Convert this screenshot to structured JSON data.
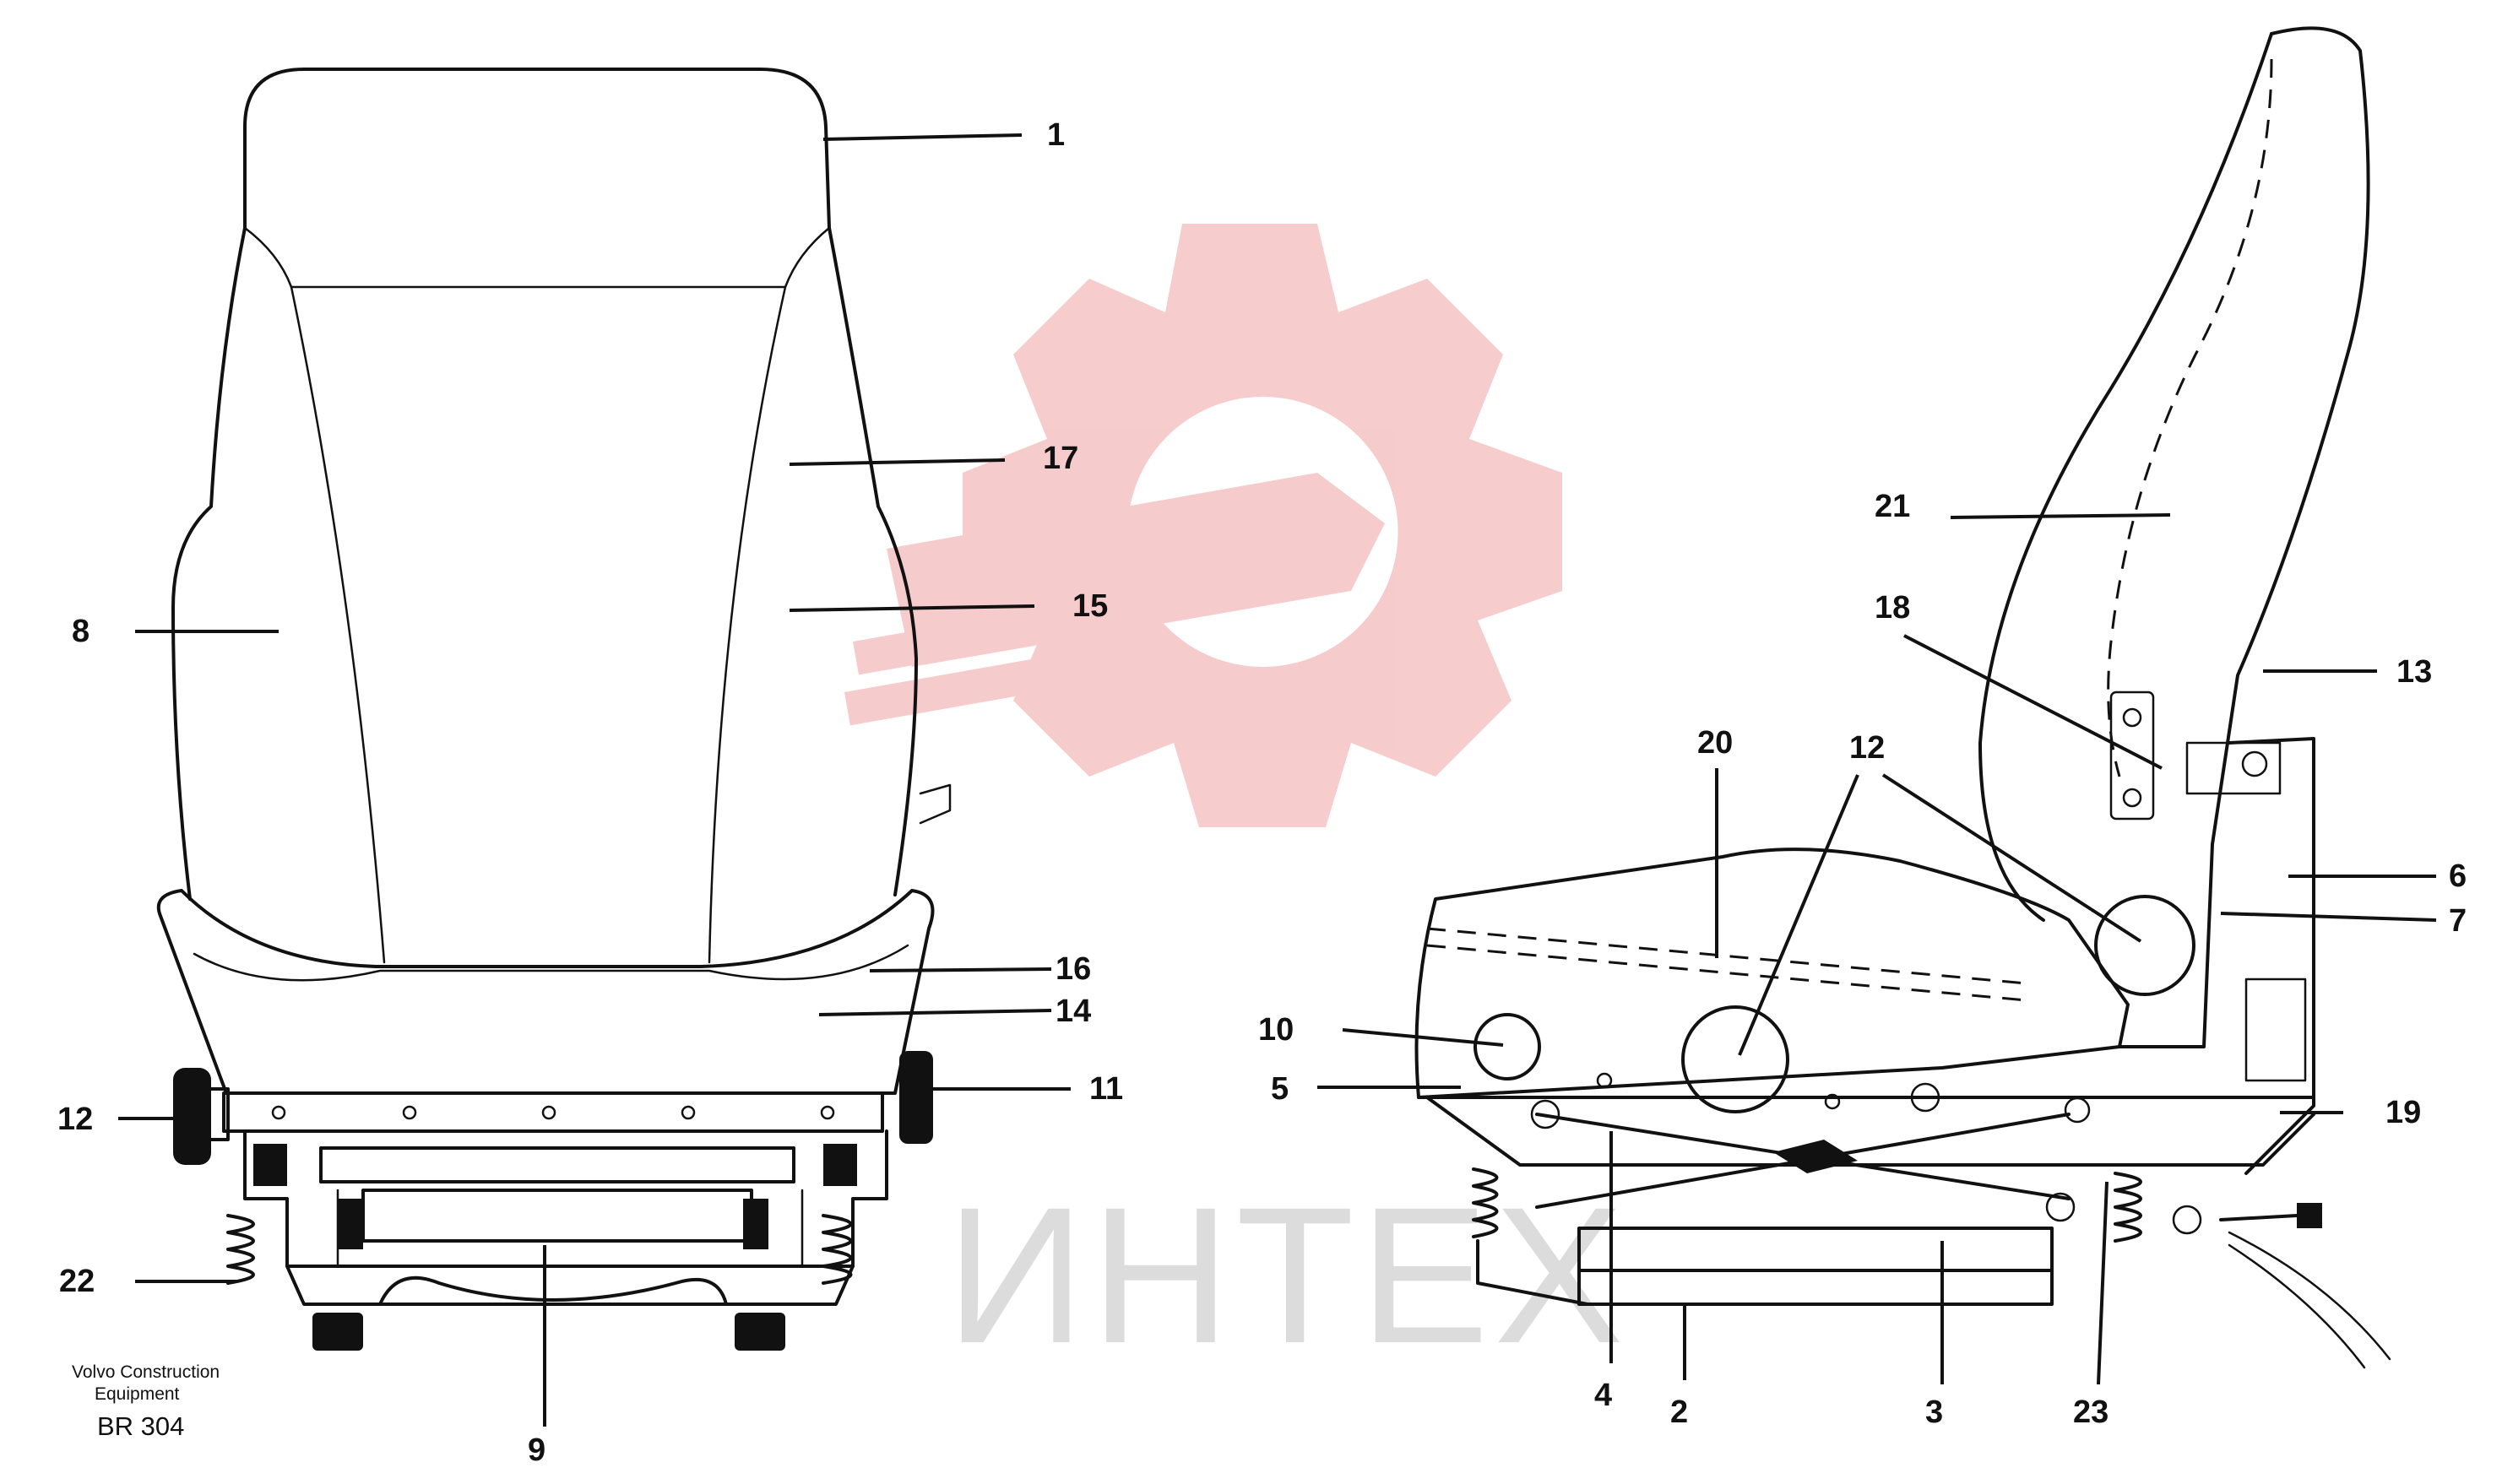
{
  "callouts": [
    {
      "id": "1",
      "label": "1"
    },
    {
      "id": "17",
      "label": "17"
    },
    {
      "id": "15",
      "label": "15"
    },
    {
      "id": "8",
      "label": "8"
    },
    {
      "id": "16",
      "label": "16"
    },
    {
      "id": "14",
      "label": "14"
    },
    {
      "id": "11",
      "label": "11"
    },
    {
      "id": "12a",
      "label": "12"
    },
    {
      "id": "22",
      "label": "22"
    },
    {
      "id": "9",
      "label": "9"
    },
    {
      "id": "21",
      "label": "21"
    },
    {
      "id": "18",
      "label": "18"
    },
    {
      "id": "13",
      "label": "13"
    },
    {
      "id": "20",
      "label": "20"
    },
    {
      "id": "12b",
      "label": "12"
    },
    {
      "id": "6",
      "label": "6"
    },
    {
      "id": "7",
      "label": "7"
    },
    {
      "id": "10",
      "label": "10"
    },
    {
      "id": "5",
      "label": "5"
    },
    {
      "id": "19",
      "label": "19"
    },
    {
      "id": "4",
      "label": "4"
    },
    {
      "id": "2",
      "label": "2"
    },
    {
      "id": "3",
      "label": "3"
    },
    {
      "id": "23",
      "label": "23"
    }
  ],
  "caption": {
    "line1": "Volvo Construction",
    "line2": "Equipment",
    "code": "BR 304"
  },
  "watermark": {
    "text": "ИНТЕХ",
    "gear_color": "#f5c2c2",
    "text_color": "#dcdcdc"
  }
}
